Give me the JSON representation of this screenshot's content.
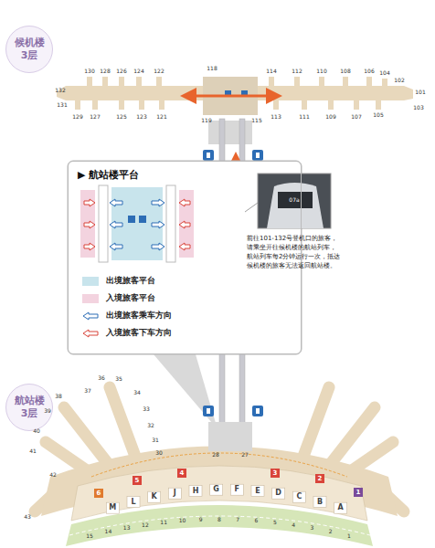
{
  "diagram": {
    "nodes": [
      {
        "text": [
          "候机楼 3层"
        ]
      },
      {
        "text": [
          "▶ 航站楼平台"
        ]
      },
      {
        "text": [
          "航站楼 3层"
        ]
      }
    ],
    "labels": [
      "130",
      "128",
      "126",
      "124",
      "122",
      "118",
      "114",
      "112",
      "110",
      "108",
      "106",
      "104",
      "102",
      "132",
      "101",
      "131",
      "103",
      "129",
      "127",
      "125",
      "123",
      "121",
      "119",
      "115",
      "113",
      "111",
      "109",
      "107",
      "105",
      "前往101-132号登机口的旅客，请乘坐开往候机楼的航站列车，航站列车每2分钟运行一次，抵达候机楼的旅客无法返回航站楼。",
      "07a",
      "36",
      "35",
      "37",
      "34",
      "38",
      "33",
      "39",
      "32",
      "40",
      "31",
      "41",
      "30",
      "42",
      "43",
      "28",
      "27",
      "6",
      "5",
      "4",
      "3",
      "2",
      "1",
      "M",
      "L",
      "K",
      "J",
      "H",
      "G",
      "F",
      "E",
      "D",
      "C",
      "B",
      "A",
      "15",
      "14",
      "13",
      "12",
      "11",
      "10",
      "9",
      "8",
      "7",
      "6",
      "5",
      "4",
      "3",
      "2",
      "1"
    ],
    "legend": [
      {
        "text": "出境旅客平台",
        "color": "#c8e4ec"
      },
      {
        "text": "入境旅客平台",
        "color": "#f3d3df"
      },
      {
        "text": "出境旅客乘车方向"
      },
      {
        "text": "入境旅客下车方向"
      }
    ]
  }
}
